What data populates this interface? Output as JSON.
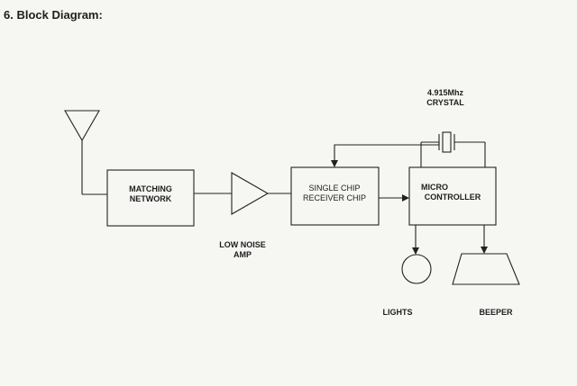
{
  "heading": "6. Block Diagram:",
  "blocks": {
    "matching_network": [
      "MATCHING",
      "NETWORK"
    ],
    "low_noise_amp": [
      "LOW NOISE",
      "AMP"
    ],
    "receiver": [
      "SINGLE CHIP",
      "RECEIVER CHIP"
    ],
    "microcontroller": [
      "MICRO",
      "CONTROLLER"
    ],
    "crystal": [
      "4.915Mhz",
      "CRYSTAL"
    ],
    "lights": "LIGHTS",
    "beeper": "BEEPER"
  }
}
